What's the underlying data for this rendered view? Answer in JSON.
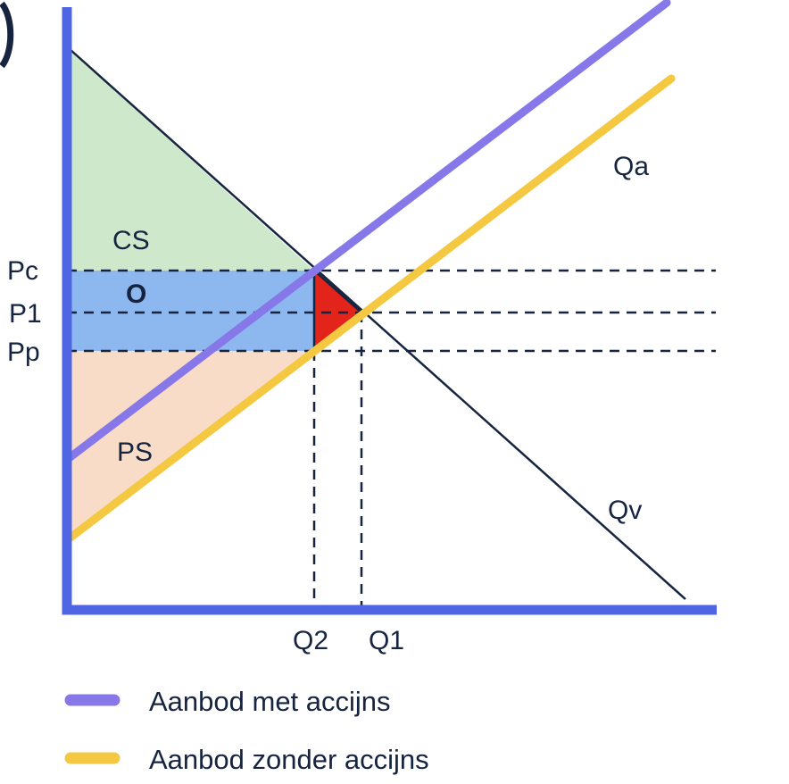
{
  "colors": {
    "axis": "#5065e4",
    "demand": "#16243f",
    "supply_with_tax": "#8678e8",
    "supply_without_tax": "#f5c842",
    "cs_fill": "#cde8cb",
    "tax_fill": "#8db7ef",
    "dwl_fill": "#e3241b",
    "ps_fill": "#f9dcc7",
    "dashed": "#16243f",
    "text": "#16243f"
  },
  "axis_labels": {
    "pc": "Pc",
    "p1": "P1",
    "pp": "Pp",
    "q2": "Q2",
    "q1": "Q1"
  },
  "region_labels": {
    "consumer_surplus": "CS",
    "tax_revenue": "O",
    "producer_surplus": "PS"
  },
  "curve_labels": {
    "supply": "Qa",
    "demand": "Qv"
  },
  "legend": [
    {
      "label": "Aanbod met accijns",
      "color": "#8678e8"
    },
    {
      "label": "Aanbod zonder accijns",
      "color": "#f5c842"
    }
  ]
}
